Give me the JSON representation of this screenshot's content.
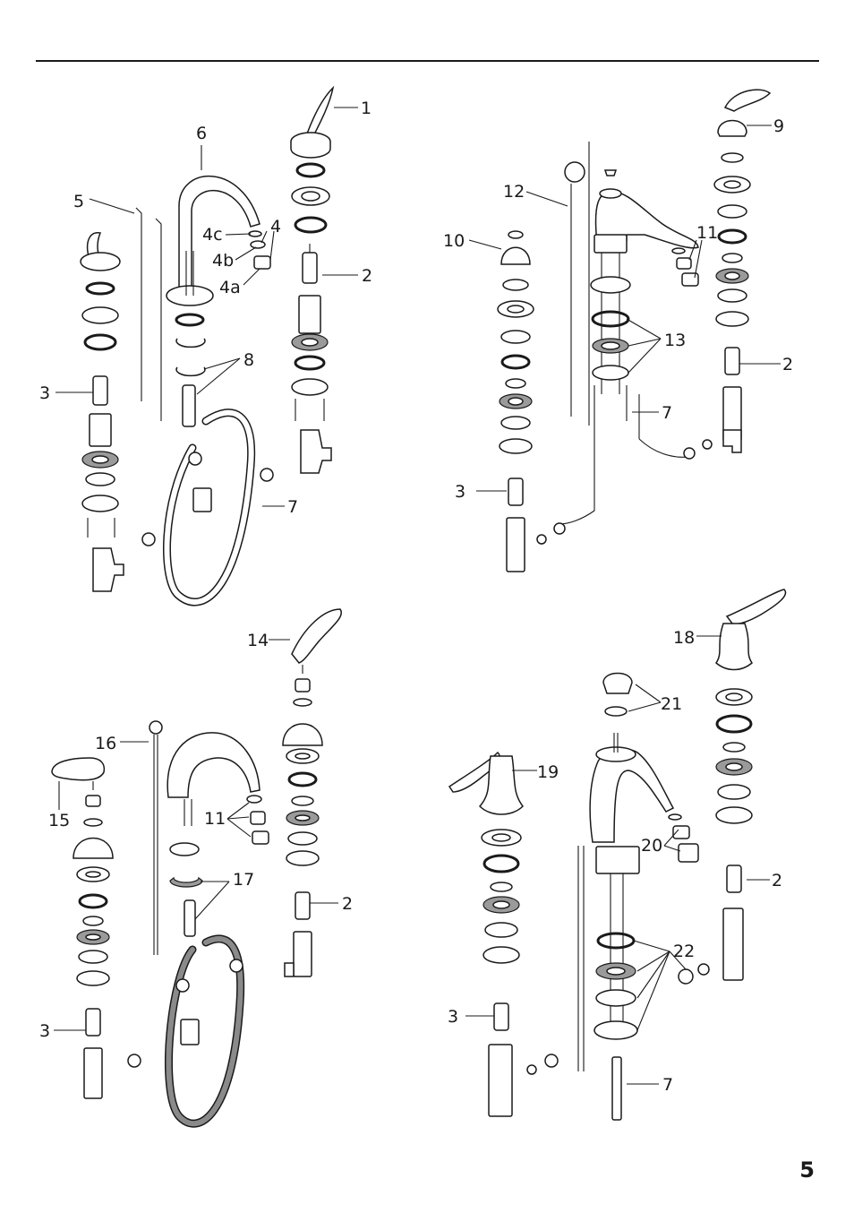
{
  "page_number": "5",
  "diagrams": [
    {
      "labels": [
        "1",
        "6",
        "5",
        "4c",
        "4",
        "4b",
        "4a",
        "2",
        "8",
        "3",
        "7"
      ]
    },
    {
      "labels": [
        "9",
        "12",
        "10",
        "11",
        "13",
        "2",
        "7",
        "3"
      ]
    },
    {
      "labels": [
        "14",
        "16",
        "15",
        "11",
        "17",
        "2",
        "3"
      ]
    },
    {
      "labels": [
        "18",
        "21",
        "19",
        "20",
        "2",
        "22",
        "3",
        "7"
      ]
    }
  ]
}
